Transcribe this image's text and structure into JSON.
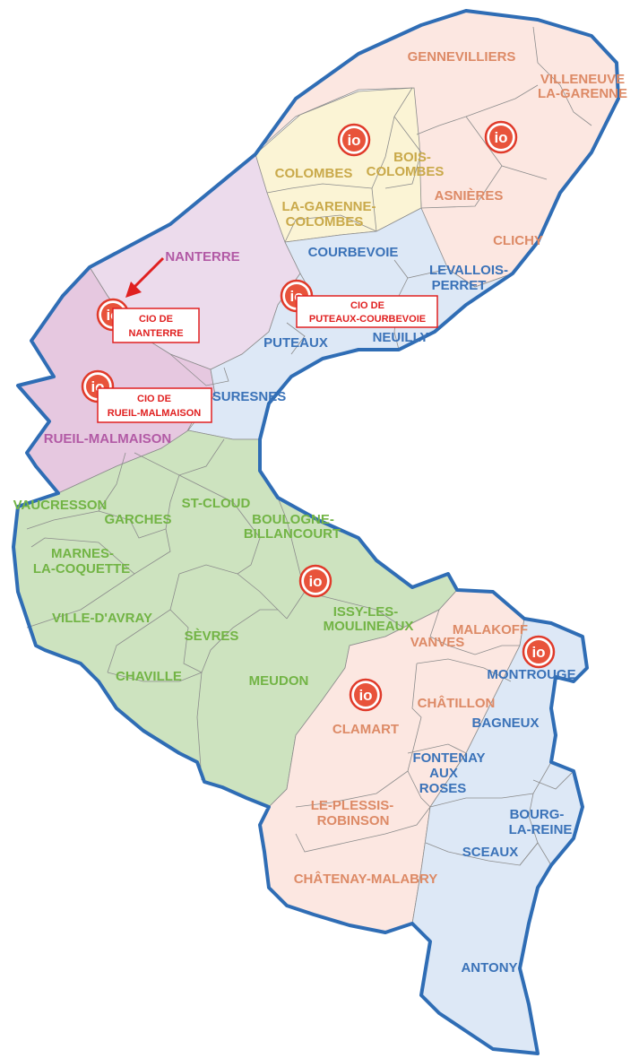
{
  "colors": {
    "orange_zone": "#fce7e1",
    "yellow_zone": "#fbf4d5",
    "purple_zone": "#ecdbec",
    "purple_dark_zone": "#e6c8e0",
    "blue_zone": "#dde8f6",
    "green_zone": "#cde3bf",
    "outline": "#2f6db5",
    "cio_red": "#e03a2a"
  },
  "communes": {
    "gennevilliers": "GENNEVILLIERS",
    "villeneuve1": "VILLENEUVE",
    "villeneuve2": "LA-GARENNE",
    "colombes": "COLOMBES",
    "bois1": "BOIS-",
    "bois2": "COLOMBES",
    "asnieres": "ASNIÈRES",
    "lagarenne1": "LA-GARENNE-",
    "lagarenne2": "COLOMBES",
    "clichy": "CLICHY",
    "nanterre": "NANTERRE",
    "courbevoie": "COURBEVOIE",
    "levallois1": "LEVALLOIS-",
    "levallois2": "PERRET",
    "puteaux": "PUTEAUX",
    "neuilly": "NEUILLY",
    "suresnes": "SURESNES",
    "rueil": "RUEIL-MALMAISON",
    "vaucresson": "VAUCRESSON",
    "garches": "GARCHES",
    "stcloud": "ST-CLOUD",
    "boulogne1": "BOULOGNE-",
    "boulogne2": "BILLANCOURT",
    "marnes1": "MARNES-",
    "marnes2": "LA-COQUETTE",
    "villedavray": "VILLE-D'AVRAY",
    "issy1": "ISSY-LES-",
    "issy2": "MOULINEAUX",
    "malakoff": "MALAKOFF",
    "vanves": "VANVES",
    "sevres": "SÈVRES",
    "montrouge": "MONTROUGE",
    "chaville": "CHAVILLE",
    "meudon": "MEUDON",
    "chatillon": "CHÂTILLON",
    "bagneux": "BAGNEUX",
    "clamart": "CLAMART",
    "fontenay1": "FONTENAY",
    "fontenay2": "AUX",
    "fontenay3": "ROSES",
    "plessis1": "LE-PLESSIS-",
    "plessis2": "ROBINSON",
    "bourg1": "BOURG-",
    "bourg2": "LA-REINE",
    "sceaux": "SCEAUX",
    "chatenay": "CHÂTENAY-MALABRY",
    "antony": "ANTONY"
  },
  "cio_labels": {
    "nanterre1": "CIO DE",
    "nanterre2": "NANTERRE",
    "rueil1": "CIO DE",
    "rueil2": "RUEIL-MALMAISON",
    "puteaux1": "CIO DE",
    "puteaux2": "PUTEAUX-COURBEVOIE"
  },
  "icon_text": "io"
}
